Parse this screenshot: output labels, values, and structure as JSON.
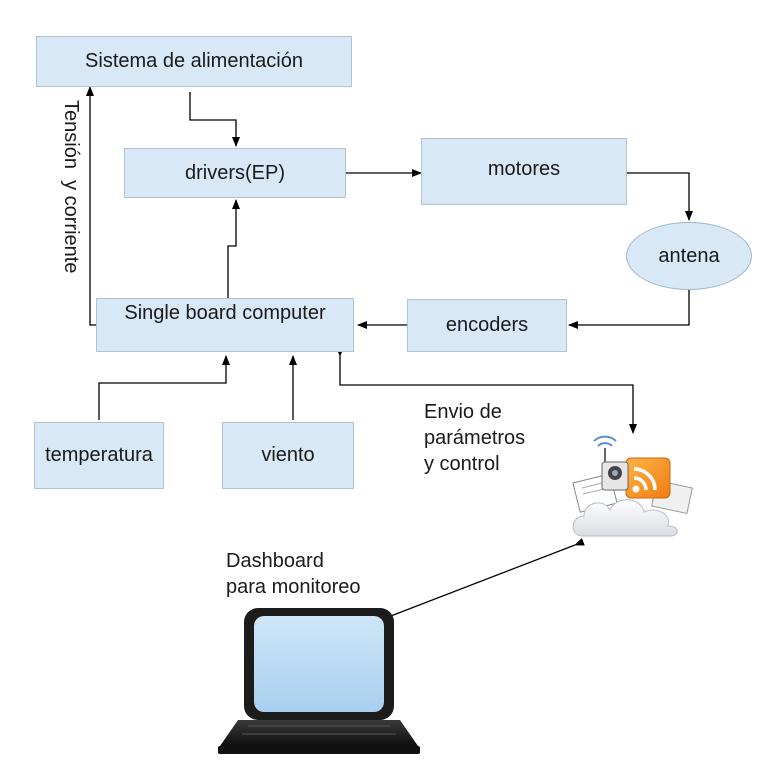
{
  "blocks": {
    "power": "Sistema de alimentación",
    "drivers": "drivers(EP)",
    "motors": "motores",
    "antenna": "antena",
    "sbc": "Single board computer",
    "encoders": "encoders",
    "temperature": "temperatura",
    "wind": "viento"
  },
  "labels": {
    "voltage_line1": "Tensión",
    "voltage_line2": "y corriente",
    "params_line1": "Envio de",
    "params_line2": "parámetros",
    "params_line3": "y control",
    "dashboard_line1": "Dashboard",
    "dashboard_line2": "para monitoreo"
  },
  "icons": {
    "cloud": "cloud-services-icon",
    "laptop": "laptop-icon"
  },
  "colors": {
    "box_fill": "#d8e8f6",
    "arrow": "#000000"
  }
}
